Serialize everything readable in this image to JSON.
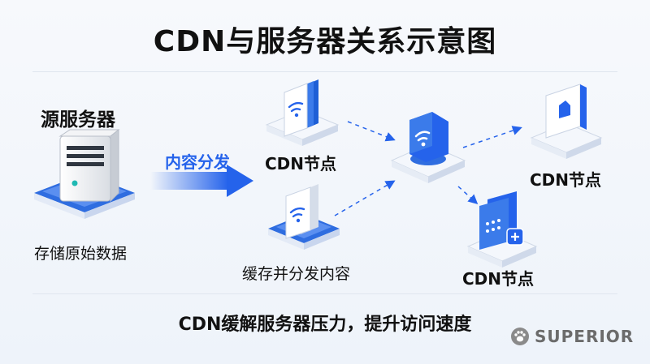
{
  "title": "CDN与服务器关系示意图",
  "origin": {
    "title": "源服务器",
    "caption": "存储原始数据"
  },
  "arrow_label": "内容分发",
  "nodes": {
    "top_left": "CDN节点",
    "bottom_left": "缓存并分发内容",
    "right_top": "CDN节点",
    "right_bottom": "CDN节点"
  },
  "footer": "CDN缓解服务器压力，提升访问速度",
  "brand": "SUPERIOR",
  "colors": {
    "accent": "#2563eb",
    "light": "#dbe7fb"
  }
}
